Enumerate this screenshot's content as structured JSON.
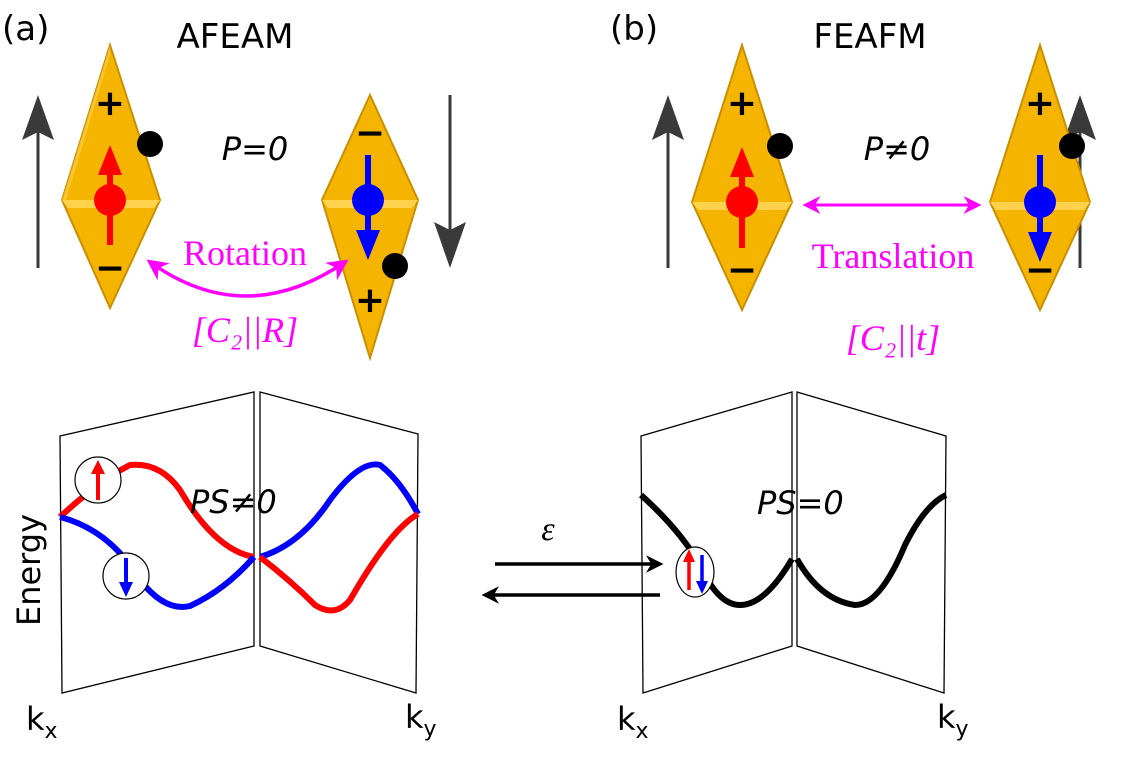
{
  "colors": {
    "gold": "#f4b400",
    "gold_dark": "#c98f00",
    "gold_light": "#ffd24d",
    "spin_up": "#ff0000",
    "spin_down": "#0000ff",
    "magenta": "#ff00ff",
    "arrow_gray": "#3a3a3a",
    "band_black": "#000000"
  },
  "panel_a": {
    "label": "(a)",
    "title": "AFEAM",
    "polarization": "P=0",
    "operation": "Rotation",
    "symmetry": "[C₂||R]",
    "left_cell": {
      "top_sign": "+",
      "bottom_sign": "−",
      "spin": "up",
      "moment": "up"
    },
    "right_cell": {
      "top_sign": "−",
      "bottom_sign": "+",
      "spin": "down",
      "moment": "down"
    }
  },
  "panel_b": {
    "label": "(b)",
    "title": "FEAFM",
    "polarization": "P≠0",
    "operation": "Translation",
    "symmetry": "[C₂||t]",
    "left_cell": {
      "top_sign": "+",
      "bottom_sign": "−",
      "spin": "up",
      "moment": "up"
    },
    "right_cell": {
      "top_sign": "+",
      "bottom_sign": "−",
      "spin": "down",
      "moment": "up"
    }
  },
  "bands_a": {
    "ylabel": "Energy",
    "spin_polarization": "PS≠0",
    "ps_main": "P",
    "ps_sub": "S",
    "ps_rest": "≠0",
    "kx": "k",
    "kx_sub": "x",
    "ky": "k",
    "ky_sub": "y",
    "spin_up_icon": "spin-up-arrow",
    "spin_down_icon": "spin-down-arrow"
  },
  "bands_b": {
    "spin_polarization": "PS=0",
    "ps_main": "P",
    "ps_sub": "S",
    "ps_rest": "=0",
    "kx": "k",
    "kx_sub": "x",
    "ky": "k",
    "ky_sub": "y",
    "degenerate_icon": "spin-up-down-arrows"
  },
  "transition": {
    "field": "ε"
  }
}
